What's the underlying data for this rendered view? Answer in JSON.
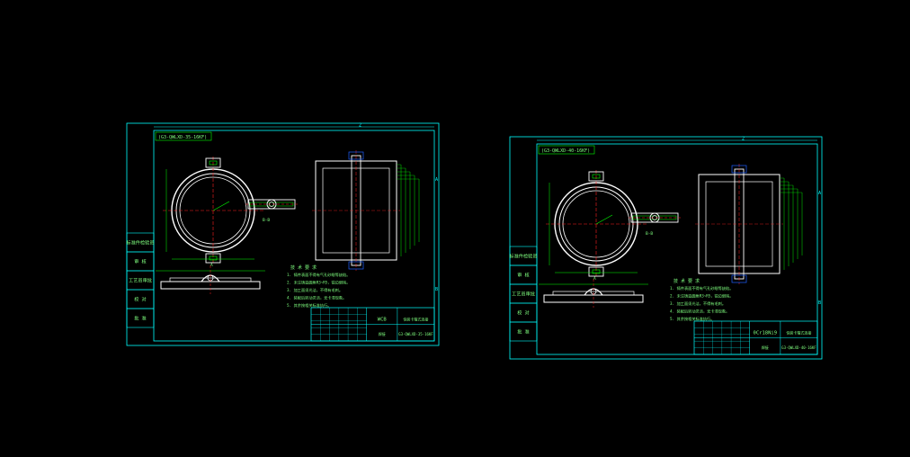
{
  "app": {
    "background": "#000000"
  },
  "colors": {
    "frame": "#00ffff",
    "geometry": "#ffffff",
    "centerline": "#ff2020",
    "dimension": "#00ff00",
    "text": "#7fff7f",
    "accent": "#2060ff",
    "label_yellow": "#ffff00"
  },
  "sheets": [
    {
      "name": "sheet-left",
      "header_tag": "(G3-QWLXD-35-16KF)",
      "zone_top": "2",
      "zone_right_a": "A",
      "zone_right_b": "B",
      "side_labels": [
        "标准件检验员",
        "审 核",
        "工艺员审批",
        "校 对",
        "批 准"
      ],
      "view_label_a": "A",
      "view_label_b": "B-B",
      "notes_title": "技 术 要 求",
      "notes": [
        "1. 铸件表面不得有气孔砂眼等缺陷。",
        "2. 未注铸造圆角R3~R5，锐边倒钝。",
        "3. 加工面须光洁，不得有毛刺。",
        "4. 装配后转动灵活，无卡滞现象。",
        "5. 其余按相关标准执行。"
      ],
      "title_block": {
        "code": "WCB",
        "name": "快装卡箍式连接",
        "part": "焊接",
        "drawing_no": "G3-QWLXD-35-16KF"
      }
    },
    {
      "name": "sheet-right",
      "header_tag": "(G3-QWLXD-40-16KF)",
      "zone_top": "2",
      "zone_right_a": "A",
      "zone_right_b": "B",
      "side_labels": [
        "标准件检验员",
        "审 核",
        "工艺员审批",
        "校 对",
        "批 准"
      ],
      "view_label_a": "A",
      "view_label_b": "B-B",
      "notes_title": "技 术 要 求",
      "notes": [
        "1. 铸件表面不得有气孔砂眼等缺陷。",
        "2. 未注铸造圆角R3~R5，锐边倒钝。",
        "3. 加工面须光洁，不得有毛刺。",
        "4. 装配后转动灵活，无卡滞现象。",
        "5. 其余按相关标准执行。"
      ],
      "title_block": {
        "code": "0Cr18Ni9",
        "name": "快装卡箍式连接",
        "part": "焊接",
        "drawing_no": "G3-QWLXD-40-16KF"
      }
    }
  ]
}
